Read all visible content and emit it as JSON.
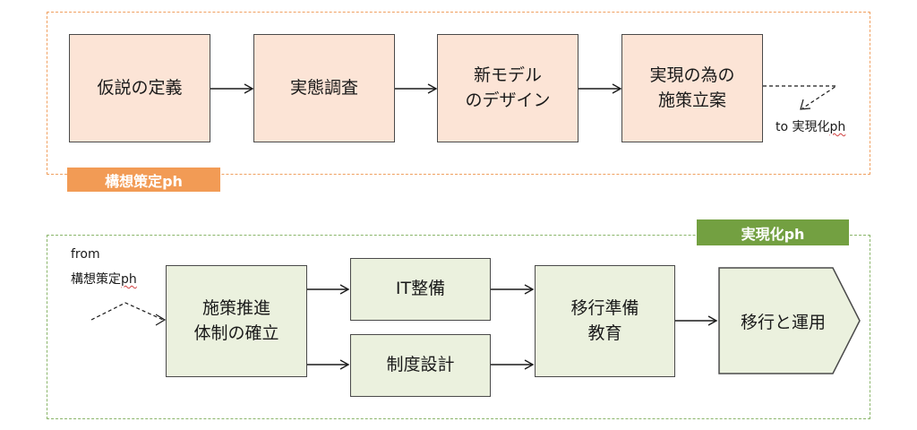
{
  "concept_phase": {
    "tag": "構想策定ph",
    "steps": [
      {
        "label": "仮説の定義"
      },
      {
        "label": "実態調査"
      },
      {
        "label": "新モデル\nのデザイン"
      },
      {
        "label": "実現の為の\n施策立案"
      }
    ],
    "handoff_prefix": "to ",
    "handoff_target": "実現化",
    "handoff_suffix": "ph"
  },
  "realization_phase": {
    "tag": "実現化ph",
    "from_label": "from",
    "from_source_main": "構想策定",
    "from_source_suffix": "ph",
    "steps": {
      "structure": "施策推進\n体制の確立",
      "it": "IT整備",
      "system": "制度設計",
      "transition_prep": "移行準備\n教育",
      "operation": "移行と運用"
    }
  },
  "colors": {
    "concept_accent": "#f29b55",
    "concept_box": "#fce4d6",
    "realization_accent": "#73a041",
    "realization_box": "#ebf1de"
  }
}
